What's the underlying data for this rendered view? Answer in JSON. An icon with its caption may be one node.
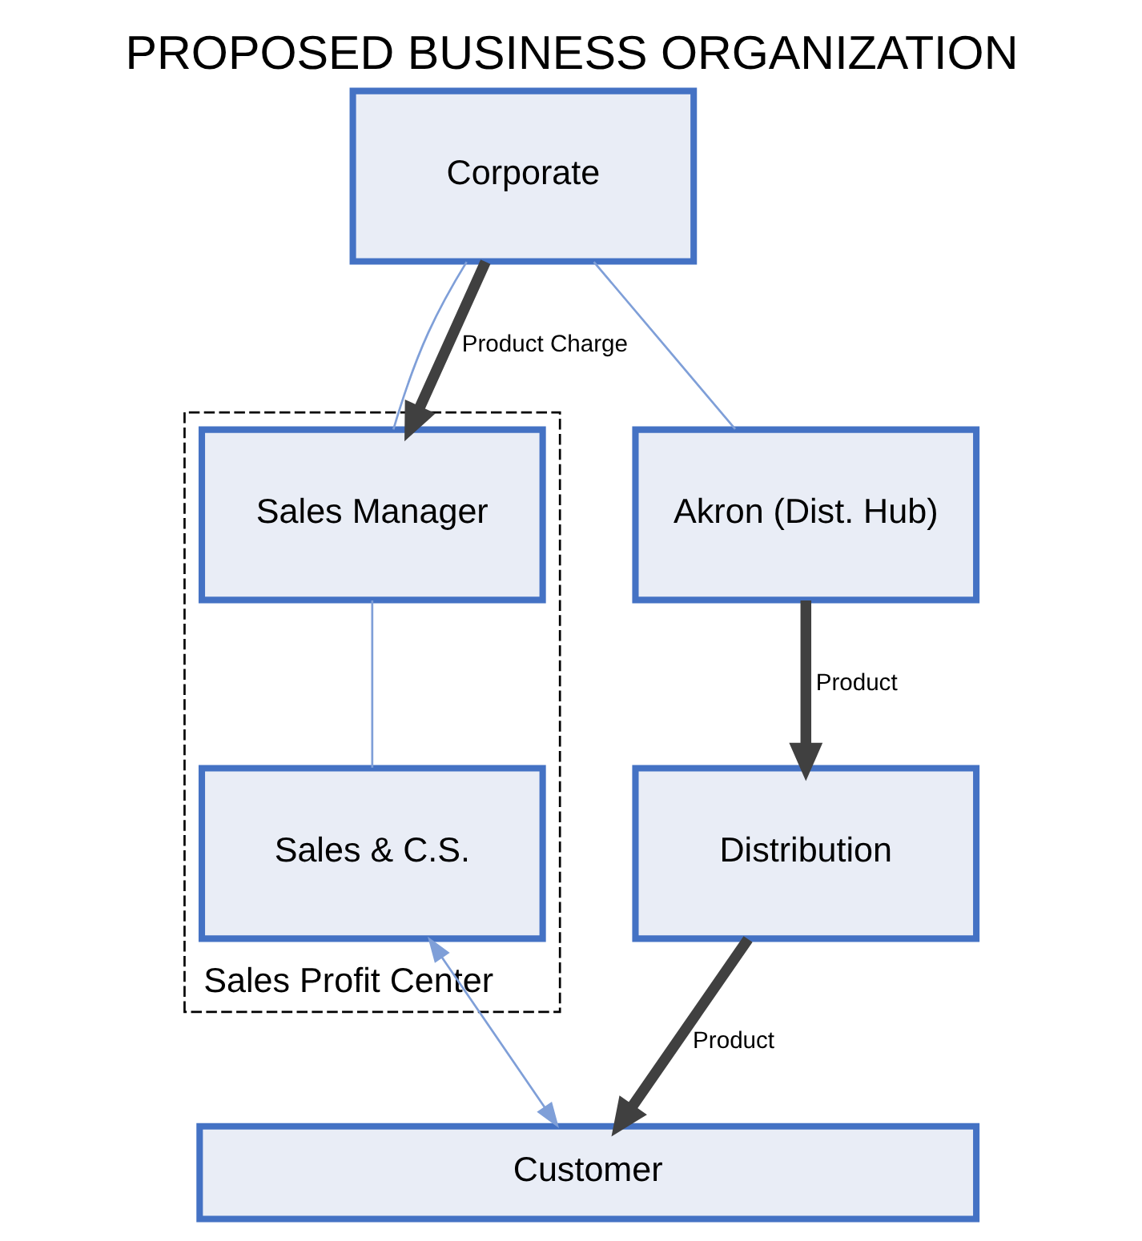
{
  "diagram": {
    "title": "PROPOSED BUSINESS ORGANIZATION",
    "nodes": [
      {
        "text": [
          "Sales Profit Center"
        ]
      },
      {
        "text": [
          "Corporate"
        ]
      },
      {
        "text": [
          "Sales Manager"
        ],
        "in": 0
      },
      {
        "text": [
          "Sales & C.S."
        ],
        "in": 0
      },
      {
        "text": [
          "Akron (Dist. Hub)"
        ]
      },
      {
        "text": [
          "Distribution"
        ]
      },
      {
        "text": [
          "Customer"
        ]
      }
    ],
    "edges": [
      {
        "from": 1,
        "to": 2,
        "arrow": "none"
      },
      {
        "from": 1,
        "to": 4,
        "arrow": "none"
      },
      {
        "from": 1,
        "to": 2,
        "arrow": "to",
        "label": "Product Charge",
        "style": "thick",
        "color": "#404040"
      },
      {
        "from": 2,
        "to": 3,
        "arrow": "none"
      },
      {
        "from": 4,
        "to": 5,
        "arrow": "to",
        "label": "Product",
        "style": "thick",
        "color": "#404040"
      },
      {
        "from": 5,
        "to": 6,
        "arrow": "to",
        "label": "Product",
        "style": "thick",
        "color": "#404040"
      },
      {
        "from": 3,
        "to": 6,
        "arrow": "both"
      }
    ]
  }
}
